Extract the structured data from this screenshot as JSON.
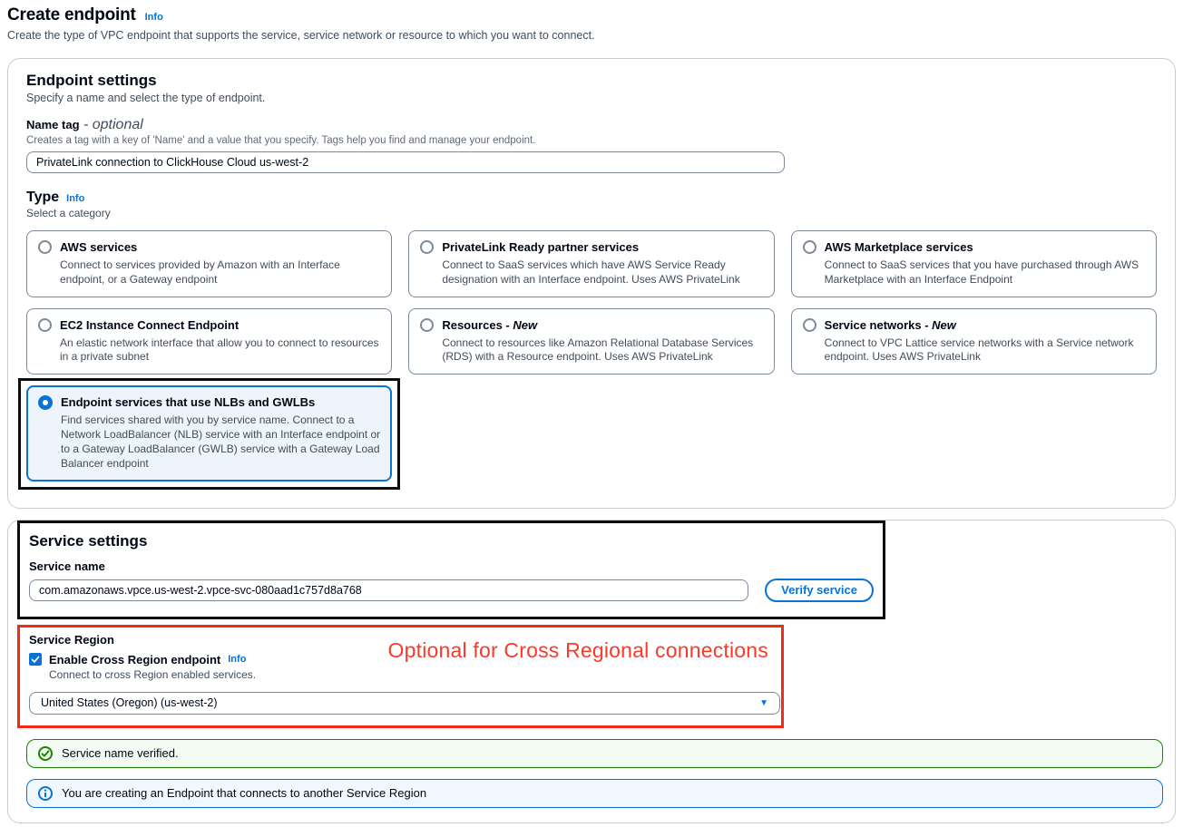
{
  "page": {
    "title": "Create endpoint",
    "info_label": "Info",
    "description": "Create the type of VPC endpoint that supports the service, service network or resource to which you want to connect."
  },
  "endpoint_settings": {
    "title": "Endpoint settings",
    "description": "Specify a name and select the type of endpoint.",
    "name_tag": {
      "label": "Name tag",
      "optional_suffix": " - optional",
      "constraint": "Creates a tag with a key of 'Name' and a value that you specify. Tags help you find and manage your endpoint.",
      "value": "PrivateLink connection to ClickHouse Cloud us-west-2"
    },
    "type": {
      "label": "Type",
      "info_label": "Info",
      "description": "Select a category",
      "options": [
        {
          "title": "AWS services",
          "description": "Connect to services provided by Amazon with an Interface endpoint, or a Gateway endpoint",
          "selected": false
        },
        {
          "title": "PrivateLink Ready partner services",
          "description": "Connect to SaaS services which have AWS Service Ready designation with an Interface endpoint. Uses AWS PrivateLink",
          "selected": false
        },
        {
          "title": "AWS Marketplace services",
          "description": "Connect to SaaS services that you have purchased through AWS Marketplace with an Interface Endpoint",
          "selected": false
        },
        {
          "title": "EC2 Instance Connect Endpoint",
          "description": "An elastic network interface that allow you to connect to resources in a private subnet",
          "selected": false
        },
        {
          "title": "Resources - ",
          "new_label": "New",
          "description": "Connect to resources like Amazon Relational Database Services (RDS) with a Resource endpoint. Uses AWS PrivateLink",
          "selected": false
        },
        {
          "title": "Service networks - ",
          "new_label": "New",
          "description": "Connect to VPC Lattice service networks with a Service network endpoint. Uses AWS PrivateLink",
          "selected": false
        },
        {
          "title": "Endpoint services that use NLBs and GWLBs",
          "description": "Find services shared with you by service name. Connect to a Network LoadBalancer (NLB) service with an Interface endpoint or to a Gateway LoadBalancer (GWLB) service with a Gateway Load Balancer endpoint",
          "selected": true
        }
      ]
    }
  },
  "service_settings": {
    "title": "Service settings",
    "service_name": {
      "label": "Service name",
      "value": "com.amazonaws.vpce.us-west-2.vpce-svc-080aad1c757d8a768",
      "verify_button_label": "Verify service"
    },
    "service_region": {
      "label": "Service Region",
      "checkbox_label": "Enable Cross Region endpoint",
      "checkbox_checked": true,
      "info_label": "Info",
      "checkbox_description": "Connect to cross Region enabled services.",
      "selected_region": "United States (Oregon) (us-west-2)"
    },
    "annotation_text": "Optional for Cross Regional connections",
    "alerts": {
      "success": "Service name verified.",
      "info": "You are creating an Endpoint that connects to another Service Region"
    }
  },
  "colors": {
    "accent_blue": "#0972d3",
    "selected_tile_bg": "#edf4fb",
    "success_green": "#1d8102",
    "success_bg": "#f2fcf3",
    "info_bg": "#f0f7ff",
    "annotation_red": "#ef2d16",
    "annotation_black": "#0d0d0f"
  }
}
